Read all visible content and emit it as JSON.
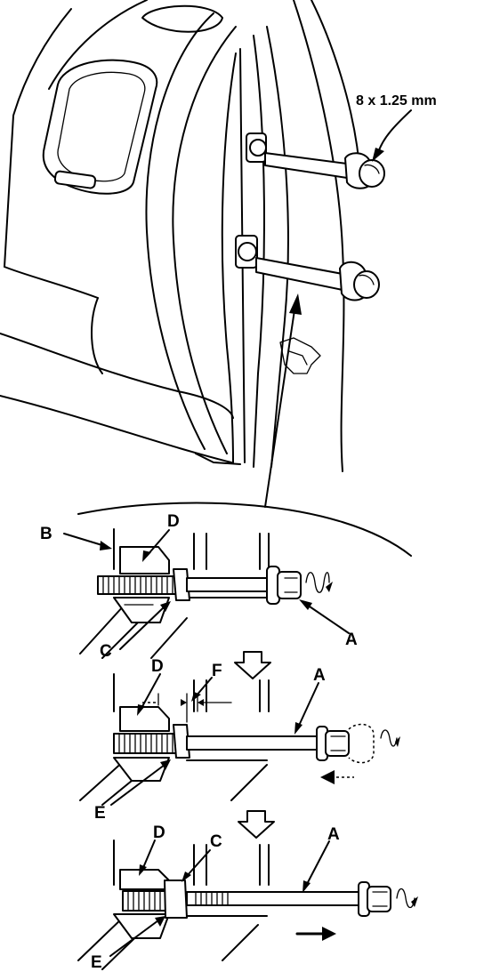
{
  "labels": {
    "spec": "8 x 1.25 mm",
    "a": "A",
    "b": "B",
    "c": "C",
    "d": "D",
    "e": "E",
    "f": "F"
  }
}
